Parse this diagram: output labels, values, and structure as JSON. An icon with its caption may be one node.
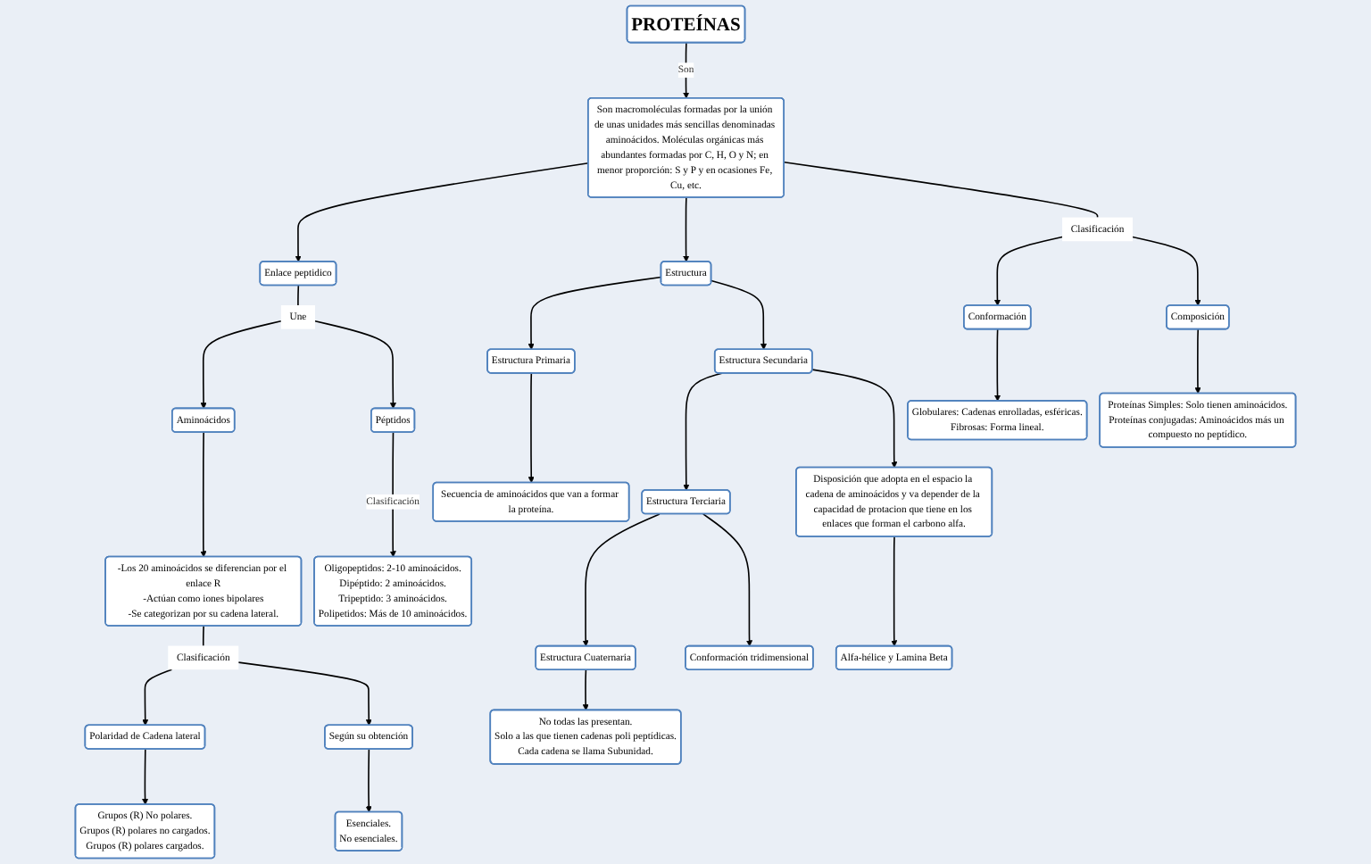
{
  "diagram": {
    "nodes": [
      {
        "text": [
          "PROTEÍNAS"
        ]
      },
      {
        "text": [
          "Son macromoléculas formadas por la unión de unas unidades más sencillas denominadas aminoácidos. Moléculas orgánicas más abundantes formadas por C, H, O y N; en menor proporción: S y P y en ocasiones Fe, Cu, etc."
        ]
      },
      {
        "text": [
          "Enlace peptidico"
        ]
      },
      {
        "text": [
          "Une"
        ]
      },
      {
        "text": [
          "Péptidos"
        ]
      },
      {
        "text": [
          "Aminoácidos"
        ]
      },
      {
        "text": [
          "-Los 20 aminoácidos se diferencian por el enlace R",
          "-Actúan como iones bipolares",
          "-Se categorizan por su cadena lateral."
        ]
      },
      {
        "text": [
          "Oligopeptidos: 2-10 aminoácidos.",
          "Dipéptido: 2 aminoácidos.",
          "Tripeptido: 3 aminoácidos.",
          "Polipetidos: Más de 10 aminoácidos."
        ]
      },
      {
        "text": [
          "Clasificación"
        ]
      },
      {
        "text": [
          "Conformación"
        ]
      },
      {
        "text": [
          "Composición"
        ]
      },
      {
        "text": [
          "Globulares: Cadenas enrolladas, esféricas.",
          "Fibrosas: Forma lineal."
        ]
      },
      {
        "text": [
          "Proteínas Simples: Solo tienen aminoácidos.",
          "Proteínas conjugadas: Aminoácidos más un compuesto no peptídico."
        ]
      },
      {
        "text": [
          "Estructura"
        ]
      },
      {
        "text": [
          "Estructura Primaria"
        ]
      },
      {
        "text": [
          "Secuencia de aminoácidos que van a formar la proteína."
        ]
      },
      {
        "text": [
          "Estructura Secundaria"
        ]
      },
      {
        "text": [
          "Disposición que adopta en el espacio la cadena de aminoácidos y va depender de la capacidad de protacion que tiene en los enlaces que forman el carbono alfa."
        ]
      },
      {
        "text": [
          "Alfa-hélice y Lamina Beta"
        ]
      },
      {
        "text": [
          "Estructura Terciaria"
        ]
      },
      {
        "text": [
          "Conformación tridimensional"
        ]
      },
      {
        "text": [
          "Estructura Cuaternaria"
        ]
      },
      {
        "text": [
          "No todas las presentan.",
          "Solo a las que tienen cadenas poli peptídicas.",
          "Cada cadena se llama Subunidad."
        ]
      },
      {
        "text": [
          "Clasificación"
        ]
      },
      {
        "text": [
          "Polaridad de Cadena lateral"
        ]
      },
      {
        "text": [
          "Según su obtención"
        ]
      },
      {
        "text": [
          "Grupos (R) No polares.",
          "Grupos (R) polares no cargados.",
          "Grupos (R) polares cargados."
        ]
      },
      {
        "text": [
          "Esenciales.",
          "No esenciales."
        ]
      }
    ],
    "edges": [
      {
        "from": 0,
        "to": 1,
        "arrow": "to",
        "label": "Son"
      },
      {
        "from": 1,
        "to": 2,
        "arrow": "to"
      },
      {
        "from": 1,
        "to": 13,
        "arrow": "to"
      },
      {
        "from": 1,
        "to": 8,
        "arrow": "none"
      },
      {
        "from": 2,
        "to": 3,
        "arrow": "none"
      },
      {
        "from": 3,
        "to": 5,
        "arrow": "to"
      },
      {
        "from": 3,
        "to": 4,
        "arrow": "to"
      },
      {
        "from": 5,
        "to": 6,
        "arrow": "to"
      },
      {
        "from": 4,
        "to": 7,
        "arrow": "to",
        "label": "Clasificación"
      },
      {
        "from": 8,
        "to": 9,
        "arrow": "to"
      },
      {
        "from": 8,
        "to": 10,
        "arrow": "to"
      },
      {
        "from": 9,
        "to": 11,
        "arrow": "to"
      },
      {
        "from": 10,
        "to": 12,
        "arrow": "to"
      },
      {
        "from": 13,
        "to": 14,
        "arrow": "to"
      },
      {
        "from": 13,
        "to": 16,
        "arrow": "to"
      },
      {
        "from": 14,
        "to": 15,
        "arrow": "to"
      },
      {
        "from": 16,
        "to": 19,
        "arrow": "to"
      },
      {
        "from": 16,
        "to": 17,
        "arrow": "to"
      },
      {
        "from": 17,
        "to": 18,
        "arrow": "to"
      },
      {
        "from": 19,
        "to": 21,
        "arrow": "to"
      },
      {
        "from": 19,
        "to": 20,
        "arrow": "to"
      },
      {
        "from": 21,
        "to": 22,
        "arrow": "to"
      },
      {
        "from": 6,
        "to": 23,
        "arrow": "none"
      },
      {
        "from": 23,
        "to": 24,
        "arrow": "to"
      },
      {
        "from": 23,
        "to": 25,
        "arrow": "to"
      },
      {
        "from": 24,
        "to": 26,
        "arrow": "to"
      },
      {
        "from": 25,
        "to": 27,
        "arrow": "to"
      }
    ]
  }
}
